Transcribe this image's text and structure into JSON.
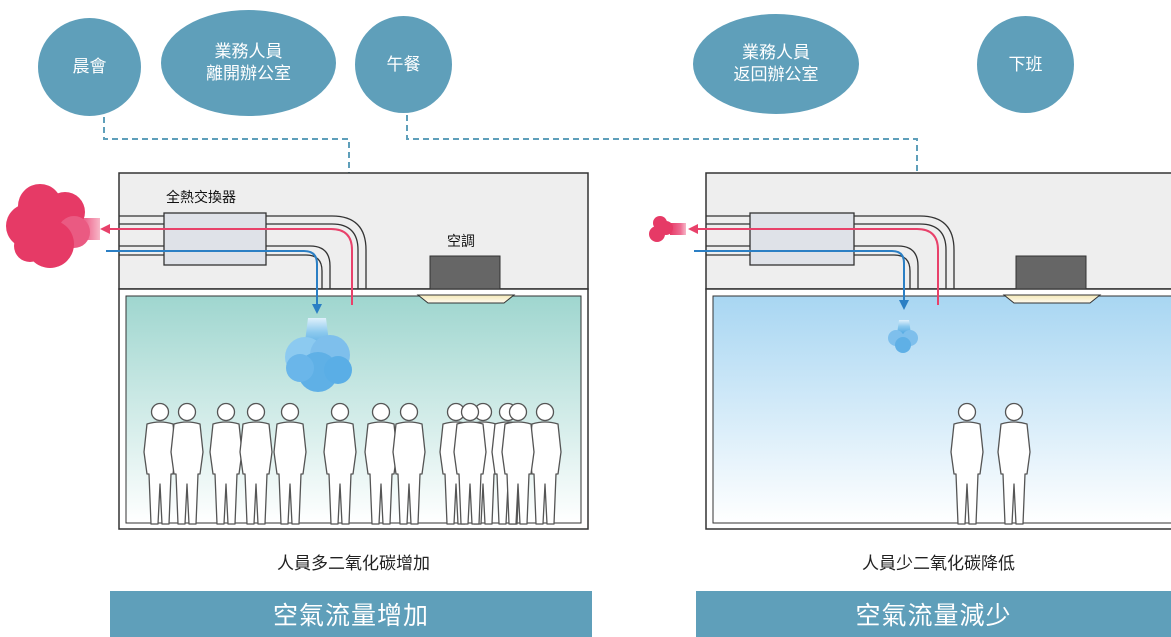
{
  "events": {
    "morning_meeting": "晨會",
    "staff_leave_line1": "業務人員",
    "staff_leave_line2": "離開辦公室",
    "lunch": "午餐",
    "staff_return_line1": "業務人員",
    "staff_return_line2": "返回辦公室",
    "off_work": "下班"
  },
  "left_panel": {
    "heat_exchanger_label": "全熱交換器",
    "ac_label": "空調",
    "people_count": 14,
    "caption": "人員多二氧化碳增加",
    "banner": "空氣流量增加"
  },
  "right_panel": {
    "people_count": 2,
    "caption": "人員少二氧化碳降低",
    "banner": "空氣流量減少"
  },
  "colors": {
    "bubble": "#5f9fba",
    "exhaust_pink": "#e8416a",
    "supply_blue": "#2b7fc4",
    "dashed_line": "#5f9fba",
    "ceiling_gray": "#eeeeee"
  }
}
